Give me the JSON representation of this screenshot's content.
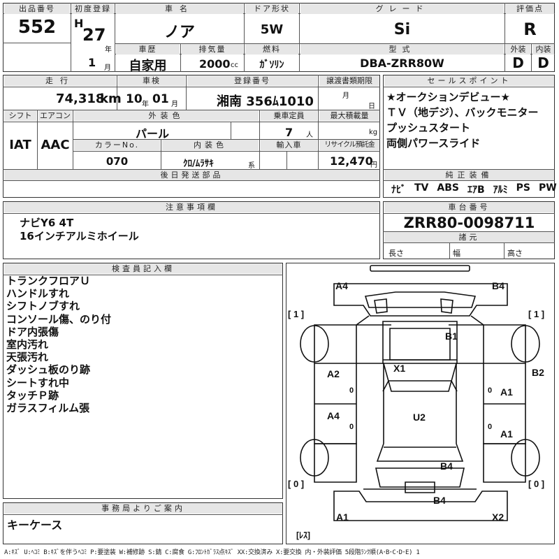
{
  "header": {
    "lot_label": "出品番号",
    "lot": "552",
    "first_reg_label": "初度登録",
    "era": "H",
    "reg_year": "27",
    "year_unit": "年",
    "reg_month": "1",
    "month_unit": "月",
    "car_name_label": "車名",
    "car_name": "ノア",
    "history_label": "車歴",
    "history": "自家用",
    "displacement_label": "排気量",
    "displacement": "2000",
    "displacement_unit": "cc",
    "door_label": "ドア形状",
    "door": "5W",
    "fuel_label": "燃料",
    "fuel": "ｶﾞｿﾘﾝ",
    "grade_label": "グレード",
    "grade": "Si",
    "model_label": "型式",
    "model": "DBA-ZRR80W",
    "score_label": "評価点",
    "score": "R",
    "exterior_label": "外装",
    "exterior": "D",
    "interior_label": "内装",
    "interior": "D"
  },
  "row2": {
    "mileage_label": "走行",
    "mileage": "74,318",
    "mileage_unit": "km",
    "inspection_label": "車検",
    "insp_year": "10",
    "insp_year_unit": "年",
    "insp_month": "01",
    "insp_month_unit": "月",
    "plate_label": "登録番号",
    "plate": "湘南 356ﾑ1010",
    "transfer_label": "譲渡書類期限",
    "transfer_month": "月",
    "transfer_day": "日",
    "shift_label": "シフト",
    "shift": "IAT",
    "ac_label": "エアコン",
    "ac": "AAC",
    "exterior_color_label": "外装色",
    "exterior_color": "パール",
    "capacity_label": "乗車定員",
    "capacity": "7",
    "capacity_unit": "人",
    "max_load_label": "最大積載量",
    "max_load_unit": "kg",
    "color_no_label": "カラーNo.",
    "color_no": "070",
    "interior_color_label": "内装色",
    "interior_color": "ｸﾛ/ﾑﾗｻｷ",
    "interior_color_unit": "系",
    "import_label": "輸入車",
    "recycle_label": "リサイクル預託金",
    "recycle": "12,470",
    "recycle_unit": "円",
    "later_parts_label": "後日発送部品"
  },
  "sales_points": {
    "label": "セールスポイント",
    "lines": [
      "★オークションデビュー★",
      "ＴＶ（地デジ）、バックモニター",
      "プッシュスタート",
      "両側パワースライド"
    ]
  },
  "equipment": {
    "label": "純正装備",
    "items": [
      "ﾅﾋﾞ",
      "TV",
      "ABS",
      "ｴｱB",
      "ｱﾙﾐ",
      "PS",
      "PW"
    ]
  },
  "notes": {
    "label": "注意事項欄",
    "lines": [
      "ナビY6 4T",
      "16インチアルミホイール"
    ]
  },
  "chassis": {
    "label": "車台番号",
    "value": "ZRR80-0098711",
    "specs_label": "諸元",
    "length_label": "長さ",
    "width_label": "幅",
    "height_label": "高さ"
  },
  "inspector": {
    "label": "検査員記入欄",
    "lines": [
      "トランクフロアＵ",
      "ハンドルすれ",
      "シフトノブすれ",
      "コンソール傷、のり付",
      "ドア内張傷",
      "室内汚れ",
      "天張汚れ",
      "ダッシュ板のり跡",
      "シートすれ中",
      "タッチＰ跡",
      "ガラスフィルム張"
    ]
  },
  "office": {
    "label": "事務局よりご案内",
    "text": "キーケース"
  },
  "diagram": {
    "marks": {
      "a4_tl": "A4",
      "b4_tr": "B4",
      "b1": "B1",
      "x1": "X1",
      "a2": "A2",
      "b2": "B2",
      "a1_1": "A1",
      "a4_ml": "A4",
      "u2": "U2",
      "a1_2": "A1",
      "b4_mid": "B4",
      "b4_bot": "B4",
      "a1_bl": "A1",
      "x2_br": "X2"
    },
    "tires": {
      "fl": "[ 1 ]",
      "fr": "[ 1 ]",
      "rl": "[ 0 ]",
      "rr": "[ 0 ]",
      "spare": "[ﾚｽ]"
    },
    "zeros": [
      "0",
      "0",
      "0",
      "0"
    ]
  },
  "legend": "A:ｷｽﾞ  U:ﾍｺﾐ  B:ｷｽﾞを伴うﾍｺﾐ  P:要塗装  W:補修跡  S:錆  C:腐食  G:ﾌﾛﾝﾄｶﾞﾗｽ点ｷｽﾞ  XX:交換済み  X:要交換   内・外装評価  5段階ﾗﾝｸ順(A･B･C･D･E)  1"
}
